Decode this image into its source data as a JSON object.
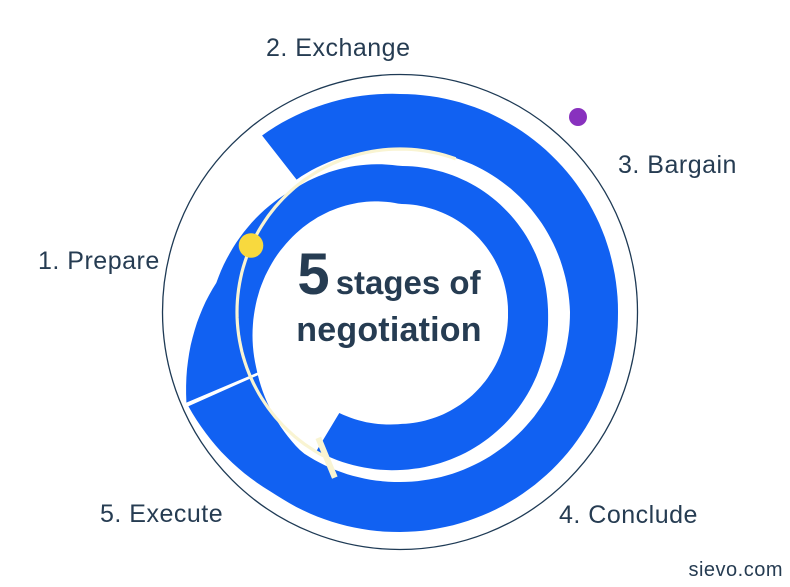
{
  "title": {
    "big_number": "5",
    "line1_rest": "stages of",
    "line2": "negotiation"
  },
  "stages": [
    {
      "label": "1. Prepare"
    },
    {
      "label": "2. Exchange"
    },
    {
      "label": "3. Bargain"
    },
    {
      "label": "4. Conclude"
    },
    {
      "label": "5. Execute"
    }
  ],
  "watermark": "sievo.com",
  "colors": {
    "band_blue": "#1161F2",
    "text_navy": "#263C52",
    "outline_navy": "#1E3A55",
    "thread_cream": "#F9F4D2",
    "dot_yellow": "#F8D93E",
    "dot_purple": "#8831BE",
    "background": "#FFFFFF"
  }
}
